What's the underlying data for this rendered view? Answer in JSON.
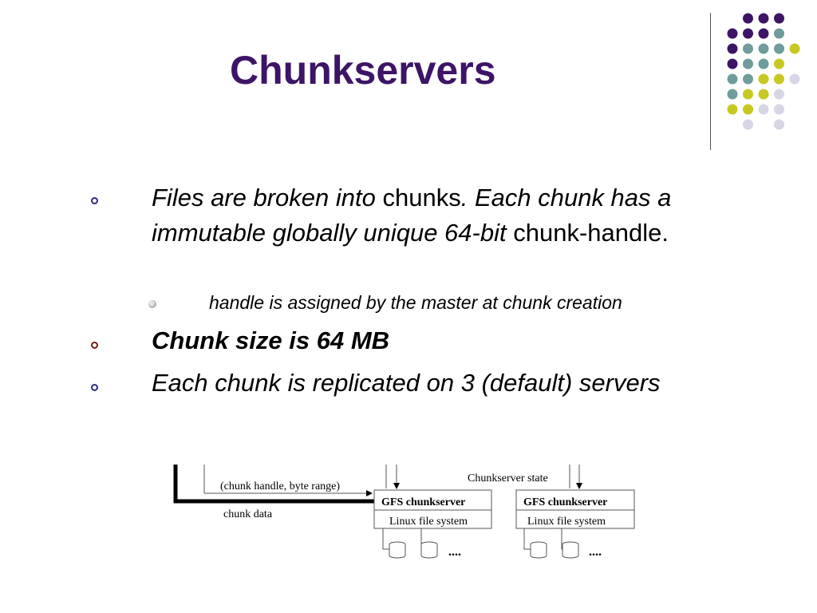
{
  "slide": {
    "title": "Chunkservers"
  },
  "bullets": {
    "b1": {
      "part1": "Files are broken into",
      "part2": " chunks",
      "part3": ". Each chunk has a immutable globally unique 64-bit",
      "part4": " chunk-handle."
    },
    "sub1": "handle is assigned by the master at chunk creation",
    "b2": "Chunk size is 64 MB",
    "b3": "Each chunk is replicated on 3 (default) servers"
  },
  "diagram": {
    "request_label": "(chunk handle, byte range)",
    "data_label": "chunk data",
    "state_label": "Chunkserver state",
    "server1_title": "GFS chunkserver",
    "server1_fs": "Linux file system",
    "server2_title": "GFS chunkserver",
    "server2_fs": "Linux file system",
    "ellipsis1": "....",
    "ellipsis2": "...."
  },
  "colors": {
    "title": "#3d1466",
    "dot_purple": "#3d1466",
    "dot_teal": "#6f9c9c",
    "dot_yellow": "#c8c822",
    "dot_lavender": "#d6d6e6"
  }
}
